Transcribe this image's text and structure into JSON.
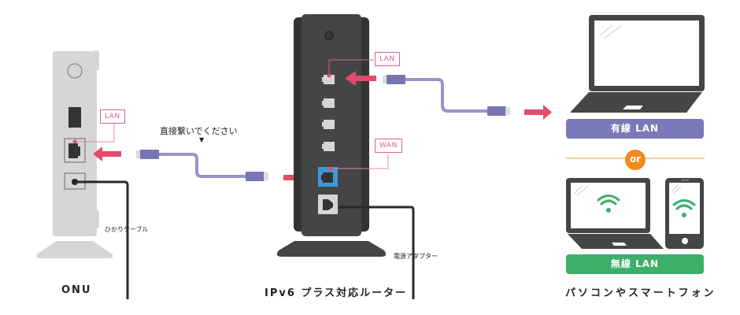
{
  "colors": {
    "onu_body": "#d6d6d6",
    "router_body": "#444545",
    "router_edge": "#333434",
    "port_light": "#d6d6d6",
    "wan_highlight": "#3b9ad9",
    "arrow": "#e44a6a",
    "tag": "#d9647e",
    "cable": "#9c93c8",
    "cable_plug": "#7874b4",
    "wired_badge": "#7a78b8",
    "wireless_badge": "#3daf6b",
    "wifi": "#3daf6b",
    "or_badge": "#f28a1c",
    "or_line": "#f7c07a",
    "device_dark": "#444545",
    "power_cable": "#2a2a2a"
  },
  "onu": {
    "title": "ONU",
    "port_tag": "LAN",
    "cable_label": "ひかりケーブル"
  },
  "connector": {
    "instruction": "直接繋いでください",
    "pointer": "▼"
  },
  "router": {
    "title": "IPv6 プラス対応ルーター",
    "lan_tag": "LAN",
    "wan_tag": "WAN",
    "power_label": "電源アダプター",
    "lan_port_count": 4
  },
  "devices": {
    "wired_label": "有線 LAN",
    "or_label": "or",
    "wireless_label": "無線 LAN",
    "title": "パソコンやスマートフォン"
  }
}
